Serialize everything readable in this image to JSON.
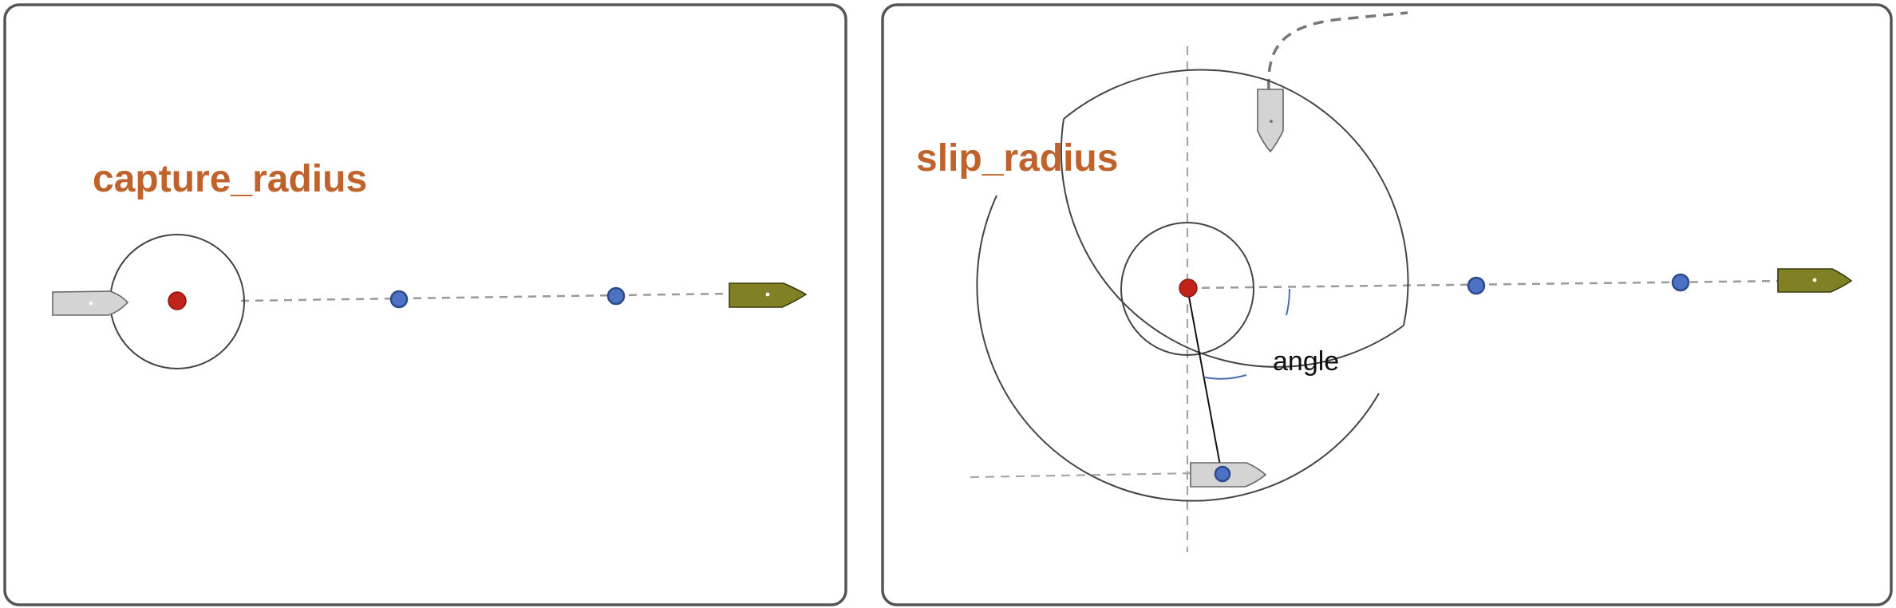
{
  "panels": [
    {
      "title": "capture_radius"
    },
    {
      "title": "slip_radius",
      "angle_label": "angle"
    }
  ],
  "colors": {
    "title": "#c0622b",
    "target_marker": "#c0231a",
    "waypoint": "#4d72c4",
    "vessel_grey": "#d4d4d4",
    "vessel_olive": "#808024",
    "angle_arc": "#4a6fb0"
  }
}
